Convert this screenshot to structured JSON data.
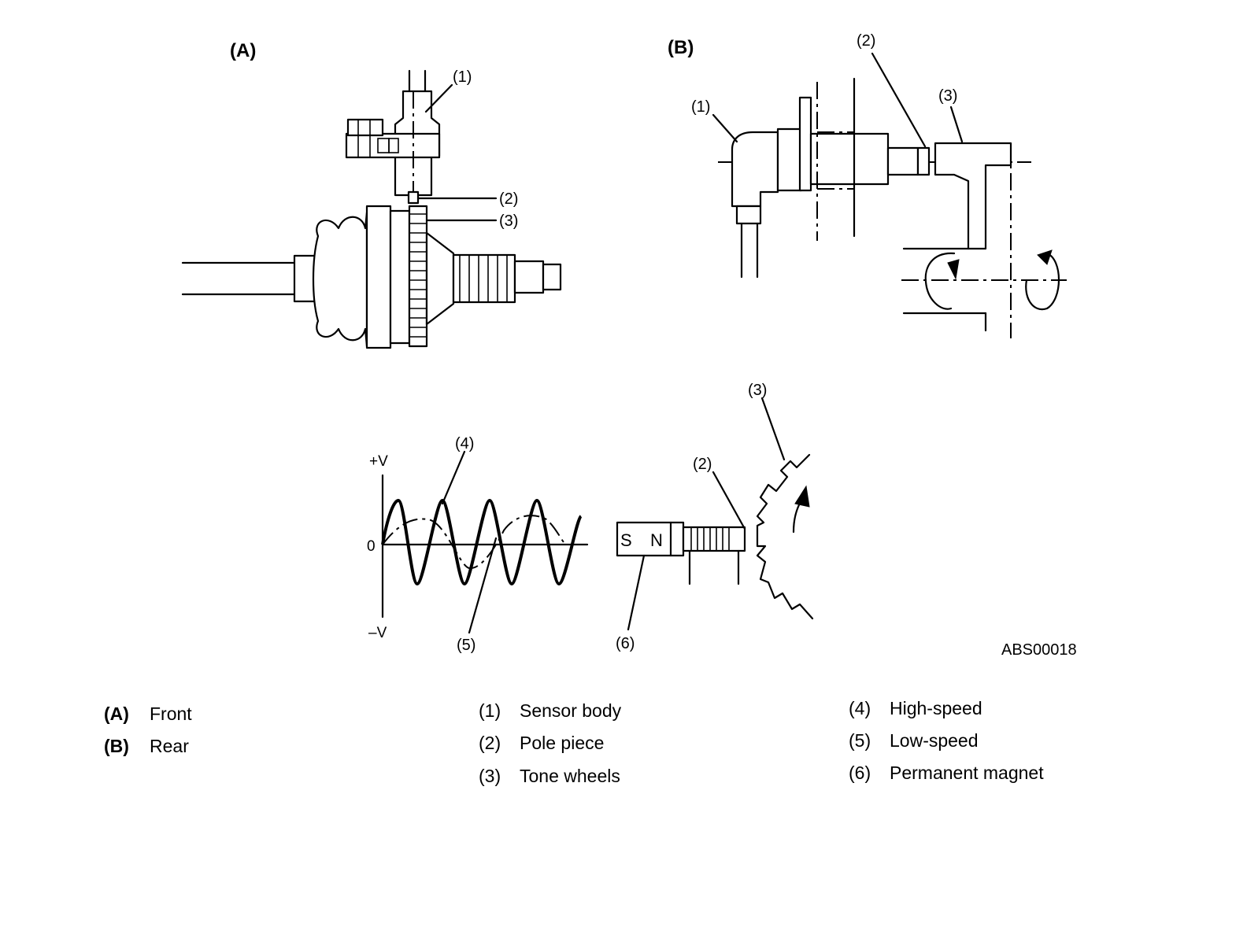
{
  "panels": {
    "a": "(A)",
    "b": "(B)"
  },
  "callouts": {
    "c1": "(1)",
    "c2": "(2)",
    "c3": "(3)",
    "c4": "(4)",
    "c5": "(5)",
    "c6": "(6)"
  },
  "graph": {
    "plus_v": "+V",
    "zero": "0",
    "minus_v": "–V"
  },
  "magnet": {
    "south": "S",
    "north": "N"
  },
  "figure_id": "ABS00018",
  "legend": {
    "col1": [
      {
        "key": "(A)",
        "label": "Front"
      },
      {
        "key": "(B)",
        "label": "Rear"
      }
    ],
    "col2": [
      {
        "key": "(1)",
        "label": "Sensor body"
      },
      {
        "key": "(2)",
        "label": "Pole piece"
      },
      {
        "key": "(3)",
        "label": "Tone wheels"
      }
    ],
    "col3": [
      {
        "key": "(4)",
        "label": "High-speed"
      },
      {
        "key": "(5)",
        "label": "Low-speed"
      },
      {
        "key": "(6)",
        "label": "Permanent magnet"
      }
    ]
  }
}
